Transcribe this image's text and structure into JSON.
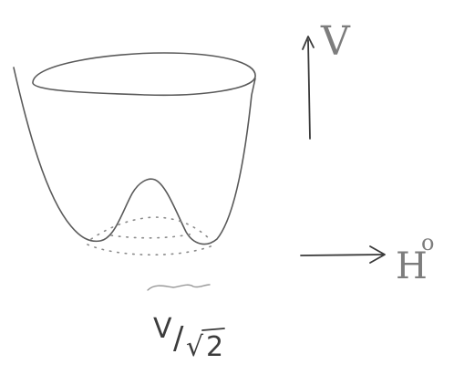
{
  "labels": {
    "vertical_axis": "V",
    "horizontal_axis": "H",
    "horizontal_axis_superscript": "o",
    "minimum_numerator": "V",
    "minimum_separator": "/",
    "minimum_radical": "√",
    "minimum_radicand": "2"
  }
}
